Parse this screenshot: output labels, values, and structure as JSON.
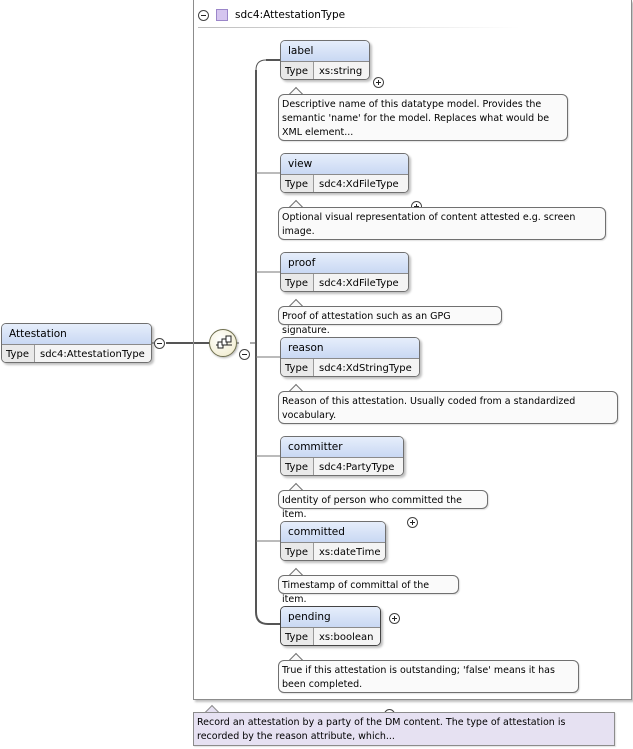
{
  "root_element": {
    "name": "Attestation",
    "type_label": "Type",
    "type_value": "sdc4:AttestationType",
    "documentation": "Record an attestation by a party of the DM content. The type of attestation is recorded by the reason attribute, which..."
  },
  "complex_type": {
    "name": "sdc4:AttestationType"
  },
  "compositor": {
    "kind": "sequence",
    "icon": "sequence-compositor-icon"
  },
  "children": [
    {
      "name": "label",
      "type_label": "Type",
      "type_value": "xs:string",
      "documentation": "Descriptive name of this datatype model. Provides the semantic 'name' for the model. Replaces what would be XML element..."
    },
    {
      "name": "view",
      "type_label": "Type",
      "type_value": "sdc4:XdFileType",
      "documentation": "Optional visual representation of content attested e.g. screen image."
    },
    {
      "name": "proof",
      "type_label": "Type",
      "type_value": "sdc4:XdFileType",
      "documentation": "Proof of attestation such as an GPG signature."
    },
    {
      "name": "reason",
      "type_label": "Type",
      "type_value": "sdc4:XdStringType",
      "documentation": "Reason of this attestation. Usually coded from a standardized vocabulary."
    },
    {
      "name": "committer",
      "type_label": "Type",
      "type_value": "sdc4:PartyType",
      "documentation": "Identity of person who committed the item."
    },
    {
      "name": "committed",
      "type_label": "Type",
      "type_value": "xs:dateTime",
      "documentation": "Timestamp of committal of the item."
    },
    {
      "name": "pending",
      "type_label": "Type",
      "type_value": "xs:boolean",
      "documentation": "True if this attestation is outstanding; 'false' means it has been completed."
    }
  ],
  "colors": {
    "element_header": "#c9d8f3",
    "complex_type_marker": "#d5c5ef",
    "root_annotation": "#e6e1f2",
    "compositor_fill": "#f4f0d8"
  }
}
